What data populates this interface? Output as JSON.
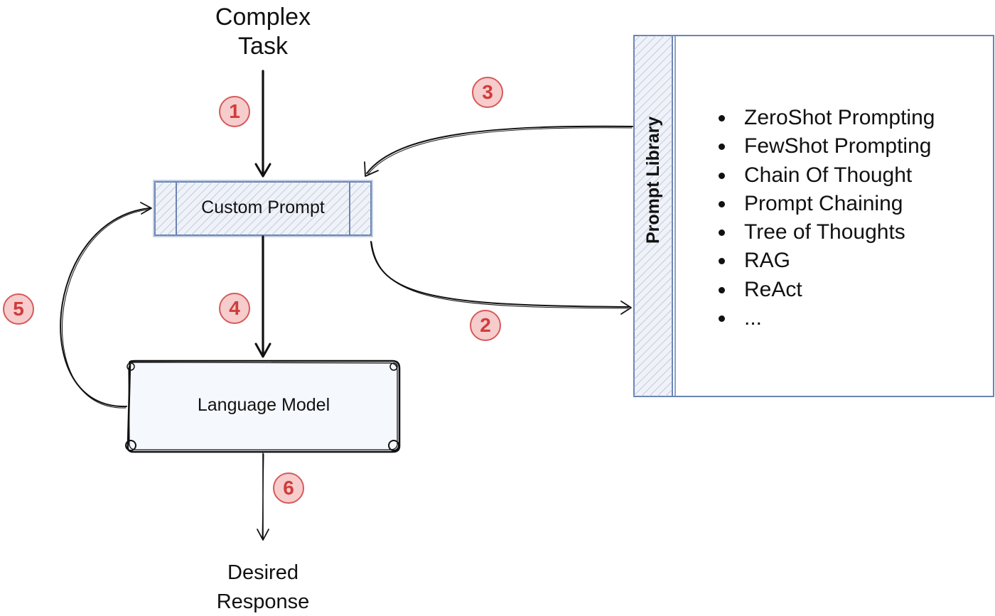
{
  "diagram": {
    "complex_task": [
      "Complex",
      "Task"
    ],
    "desired_response": [
      "Desired",
      "Response"
    ],
    "custom_prompt": "Custom Prompt",
    "language_model": "Language Model",
    "prompt_library": {
      "title": "Prompt Library",
      "items": [
        "ZeroShot Prompting",
        "FewShot Prompting",
        "Chain Of Thought",
        "Prompt Chaining",
        "Tree of Thoughts",
        "RAG",
        "ReAct",
        "..."
      ]
    },
    "steps": [
      "1",
      "2",
      "3",
      "4",
      "5",
      "6"
    ],
    "colors": {
      "node_fill": "#eef2fb",
      "node_stroke": "#6b84b4",
      "hatch": "#b8b8b8",
      "badge_fill": "#f6cccc",
      "badge_stroke": "#d65a5a",
      "badge_text": "#d03c3c",
      "edge": "#111111"
    }
  }
}
